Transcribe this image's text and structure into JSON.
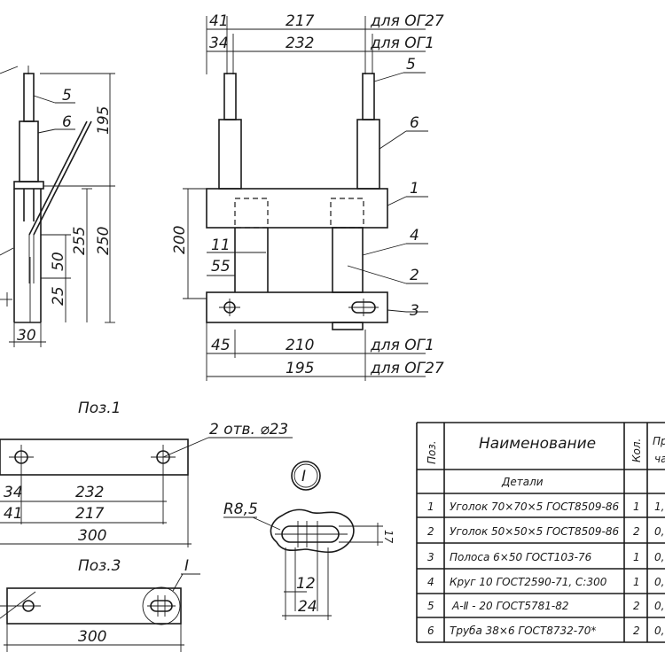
{
  "front_view": {
    "dim_top": {
      "a": "41",
      "b": "217",
      "note": "для ОГ27"
    },
    "dim_top2": {
      "a": "34",
      "b": "232",
      "note": "для ОГ1"
    },
    "dim_left": {
      "h200": "200",
      "h11": "11",
      "h55": "55"
    },
    "dim_bottom": {
      "a": "45",
      "b": "210",
      "note": "для ОГ1"
    },
    "dim_bottom2": {
      "b": "195",
      "note": "для ОГ27"
    },
    "callouts": [
      "5",
      "6",
      "1",
      "4",
      "2",
      "3"
    ]
  },
  "side_view": {
    "callouts": [
      "5",
      "6"
    ],
    "dims": {
      "h195": "195",
      "h250": "250",
      "h255": "255",
      "h50": "50",
      "h25": "25",
      "w30": "30"
    }
  },
  "pos1": {
    "title": "Поз.1",
    "holes_note": "2 отв. ⌀23",
    "dims": {
      "a": "34",
      "b": "232",
      "c": "41",
      "d": "217",
      "total": "300"
    }
  },
  "pos3": {
    "title": "Поз.3",
    "mark": "I",
    "total": "300"
  },
  "detail": {
    "mark": "I",
    "radius": "R8,5",
    "dims": {
      "h": "17",
      "w1": "12",
      "w2": "24"
    }
  },
  "bom": {
    "headers": {
      "pos": "Поз.",
      "name": "Наименование",
      "qty": "Кол.",
      "note": "Пр",
      "note2": "ча"
    },
    "section": "Детали",
    "rows": [
      {
        "pos": "1",
        "name": "Уголок 70×70×5 ГОСТ8509-86",
        "qty": "1",
        "note": "1,"
      },
      {
        "pos": "2",
        "name": "Уголок 50×50×5 ГОСТ8509-86",
        "qty": "2",
        "note": "0,"
      },
      {
        "pos": "3",
        "name": "Полоса 6×50 ГОСТ103-76",
        "qty": "1",
        "note": "0,"
      },
      {
        "pos": "4",
        "name": "Круг 10 ГОСТ2590-71, С:300",
        "qty": "1",
        "note": "0,"
      },
      {
        "pos": "5",
        "name": "А-Ⅱ - 20 ГОСТ5781-82",
        "qty": "2",
        "note": "0,"
      },
      {
        "pos": "6",
        "name": "Труба 38×6 ГОСТ8732-70*",
        "qty": "2",
        "note": "0,"
      }
    ]
  }
}
